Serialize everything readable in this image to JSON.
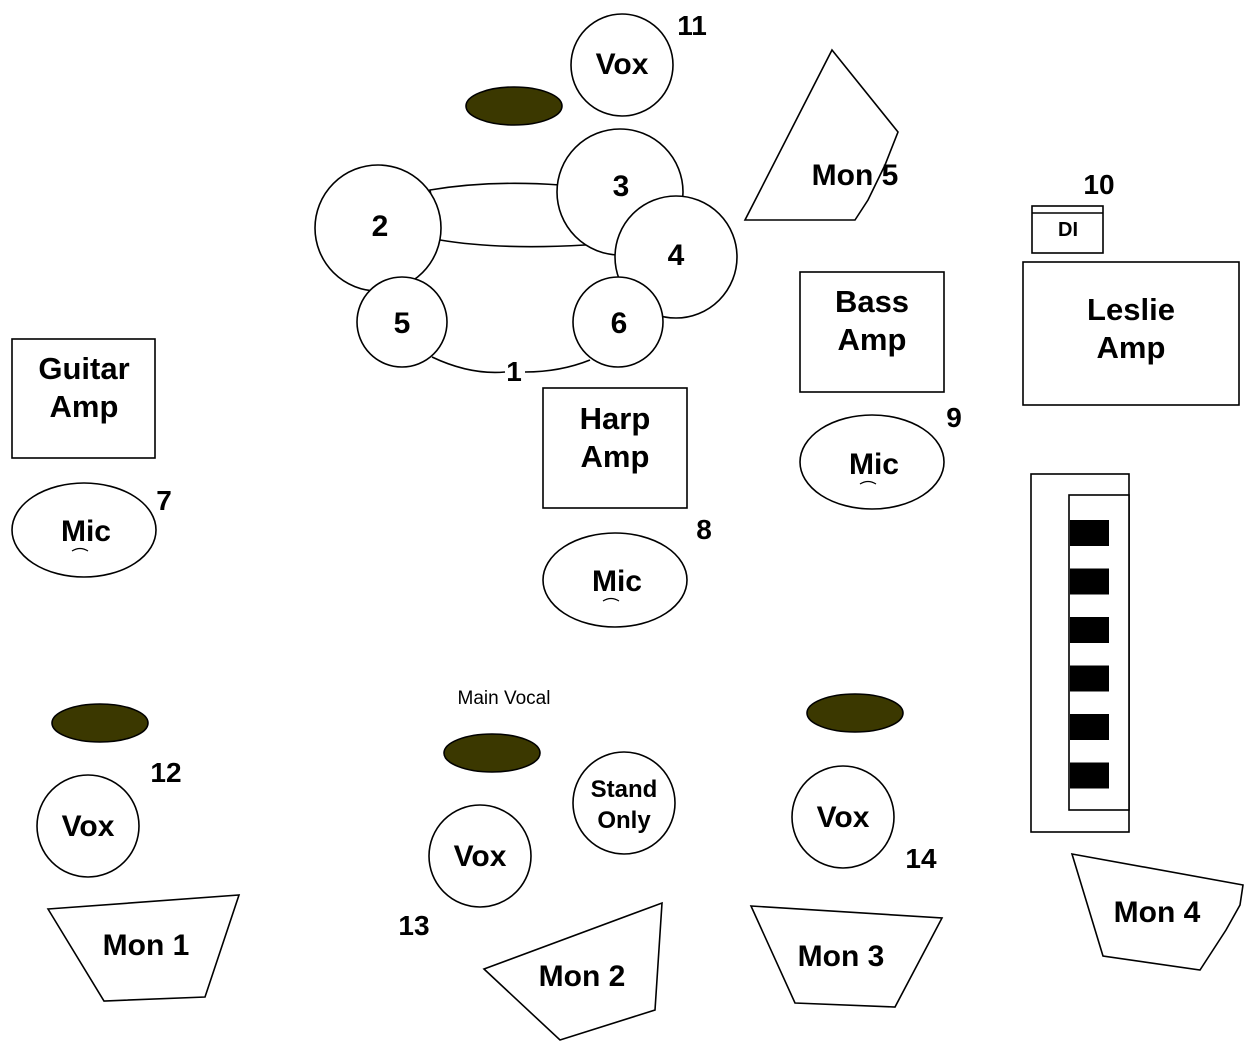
{
  "colors": {
    "pad": "#3b3800",
    "outline": "#000000",
    "background": "#ffffff",
    "keys": "#000000"
  },
  "drums": {
    "kit_number": "1",
    "pieces": [
      "2",
      "3",
      "4",
      "5",
      "6"
    ]
  },
  "vocals": {
    "top": {
      "label": "Vox",
      "number": "11"
    },
    "left": {
      "label": "Vox",
      "number": "12"
    },
    "center": {
      "label": "Vox",
      "number": "13",
      "note": "Main Vocal"
    },
    "right": {
      "label": "Vox",
      "number": "14"
    },
    "stand": {
      "line1": "Stand",
      "line2": "Only"
    }
  },
  "amps": {
    "guitar": {
      "line1": "Guitar",
      "line2": "Amp"
    },
    "harp": {
      "line1": "Harp",
      "line2": "Amp"
    },
    "bass": {
      "line1": "Bass",
      "line2": "Amp"
    },
    "leslie": {
      "line1": "Leslie",
      "line2": "Amp"
    }
  },
  "mics": {
    "guitar": {
      "label": "Mic",
      "number": "7"
    },
    "harp": {
      "label": "Mic",
      "number": "8"
    },
    "bass": {
      "label": "Mic",
      "number": "9"
    }
  },
  "di": {
    "label": "DI",
    "number": "10"
  },
  "monitors": [
    "Mon 1",
    "Mon 2",
    "Mon 3",
    "Mon 4",
    "Mon 5"
  ],
  "keyboard": {
    "black_keys": 6
  }
}
